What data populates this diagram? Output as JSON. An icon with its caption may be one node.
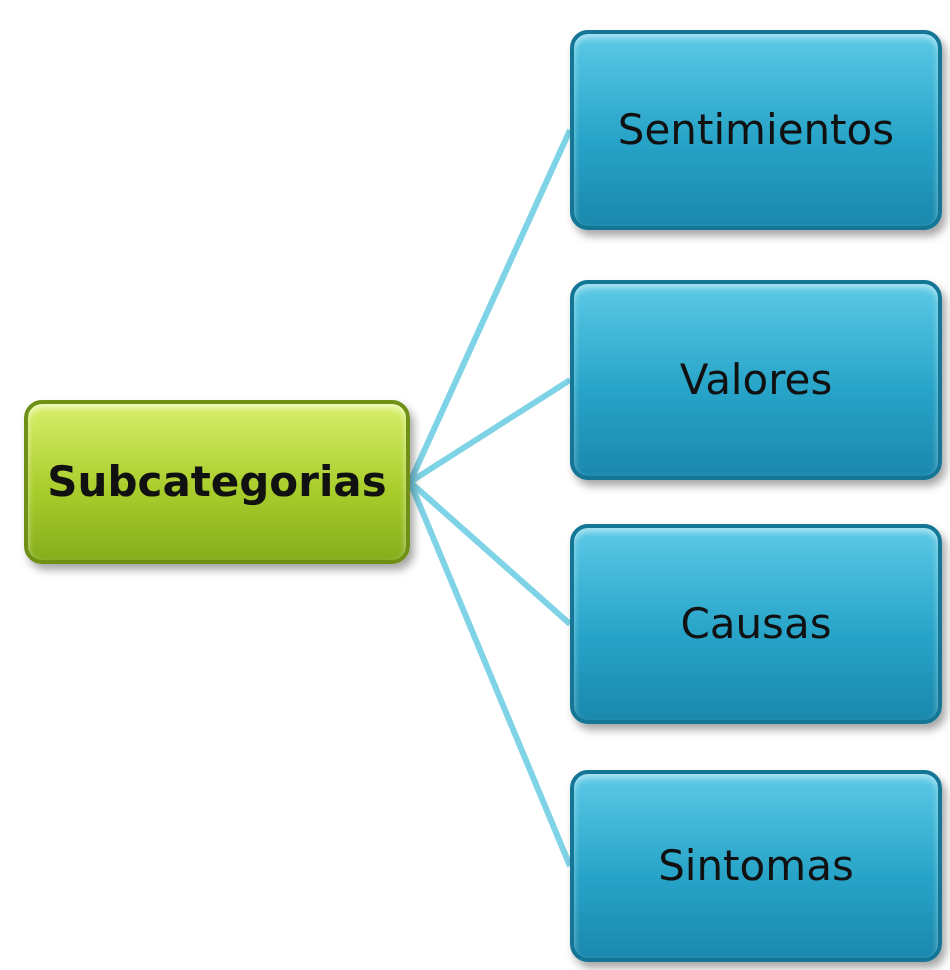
{
  "diagram": {
    "nodes": [
      {
        "text": [
          "Subcategorias"
        ]
      },
      {
        "text": [
          "Sentimientos"
        ]
      },
      {
        "text": [
          "Valores"
        ]
      },
      {
        "text": [
          "Causas"
        ]
      },
      {
        "text": [
          "Sintomas"
        ]
      }
    ],
    "edges": [
      {
        "from": 0,
        "to": 1,
        "arrow": "none"
      },
      {
        "from": 0,
        "to": 2,
        "arrow": "none"
      },
      {
        "from": 0,
        "to": 3,
        "arrow": "none"
      },
      {
        "from": 0,
        "to": 4,
        "arrow": "none"
      }
    ]
  }
}
